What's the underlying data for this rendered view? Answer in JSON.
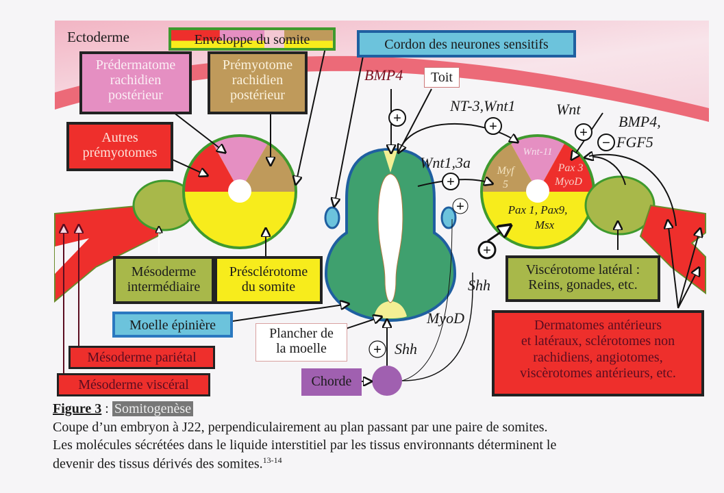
{
  "labels": {
    "ectoderme": "Ectoderme",
    "enveloppe": "Enveloppe du somite",
    "cordon": "Cordon des neurones sensitifs",
    "predermatome": [
      "Prédermatome",
      "rachidien",
      "postérieur"
    ],
    "premyotome": [
      "Prémyotome",
      "rachidien",
      "postérieur"
    ],
    "autres": [
      "Autres",
      "prémyotomes"
    ],
    "toit": "Toit",
    "mesoderme_int": [
      "Mésoderme",
      "intermédiaire"
    ],
    "presclerotome": [
      "Présclérotome",
      "du somite"
    ],
    "moelle": "Moelle épinière",
    "plancher": [
      "Plancher de",
      "la moelle"
    ],
    "chorde": "Chorde",
    "mesoderme_parietal": "Mésoderme pariétal",
    "mesoderme_visceral": "Mésoderme viscéral",
    "viscerotome": [
      "Viscérotome latéral :",
      "Reins, gonades, etc."
    ],
    "dermatomes": [
      "Dermatomes antérieurs",
      "et latéraux, sclérotomes non",
      "rachidiens, angiotomes,",
      "viscèrotomes antérieurs, etc."
    ]
  },
  "signals": {
    "bmp4_top": "BMP4",
    "nt3_wnt1": "NT-3,Wnt1",
    "wnt": "Wnt",
    "bmp4_fgf5": [
      "BMP4,",
      "FGF5"
    ],
    "wnt13a": "Wnt1,3a",
    "shh_right": "Shh",
    "shh_bottom": "Shh",
    "myod": "MyoD",
    "plus": "+",
    "minus": "−"
  },
  "somite_right": {
    "wnt11": "Wnt-11",
    "myf5": [
      "Myf",
      "5"
    ],
    "pax3": [
      "Pax 3",
      "MyoD"
    ],
    "pax1": [
      "Pax 1, Pax9,",
      "Msx"
    ]
  },
  "caption": {
    "figure": "Figure 3",
    "sep": " : ",
    "title": "Somitogenèse",
    "line1": "Coupe d’un embryon à J22, perpendiculairement au plan passant par une paire de somites.",
    "line2": "Les molécules sécrétées dans le liquide interstitiel par les tissus environnants déterminent le",
    "line3": "devenir des tissus dérivés des somites.",
    "ref": "13-14"
  },
  "colors": {
    "ectoderm_band": "#ec6a78",
    "ectoderm_bg": "#f4c6d0",
    "red": "#ee2f2c",
    "pink": "#e58fc2",
    "tan": "#bf9a5b",
    "yellow": "#f7ec1c",
    "olive": "#a8b84a",
    "green_border": "#3f9a2e",
    "neural_green": "#3fa06e",
    "neural_border": "#1f5fa0",
    "light_blue": "#6cc3dc",
    "purple": "#a060b0",
    "pale_yellow": "#f3ef94"
  }
}
